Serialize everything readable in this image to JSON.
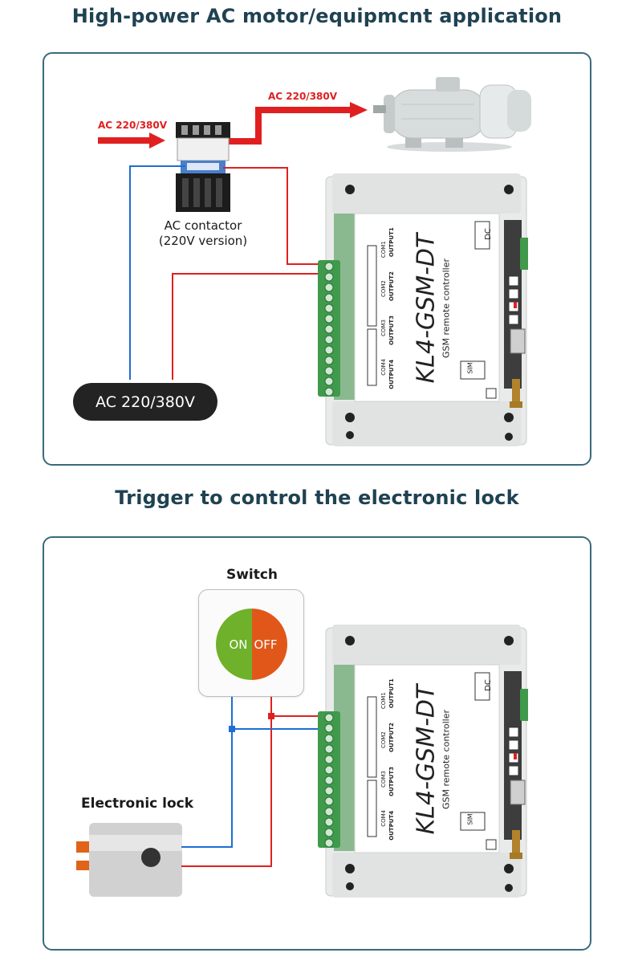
{
  "section1": {
    "title": "High-power AC motor/equipmcnt application",
    "arrow_label_in": "AC 220/380V",
    "arrow_label_out": "AC 220/380V",
    "contactor_label_line1": "AC contactor",
    "contactor_label_line2": "(220V version)",
    "supply_label": "AC 220/380V"
  },
  "section2": {
    "title": "Trigger to control the electronic lock",
    "switch_label": "Switch",
    "switch_on": "ON",
    "switch_off": "OFF",
    "lock_label": "Electronic lock"
  },
  "controller": {
    "model": "KL4-GSM-DT",
    "subtitle": "GSM remote controller",
    "outputs": [
      "OUTPUT1",
      "OUTPUT2",
      "OUTPUT3",
      "OUTPUT4"
    ],
    "com_labels": [
      "COM1",
      "COM2",
      "COM3",
      "COM4"
    ],
    "dc_label": "DC",
    "sim_label": "SIM"
  },
  "colors": {
    "title_color": "#1f4252",
    "panel_border": "#3a6a7a",
    "live_wire": "#e02020",
    "neutral_wire": "#1e6ed2",
    "terminal_green": "#3f9a4b",
    "switch_on": "#6fb12a",
    "switch_off": "#e1571a"
  }
}
